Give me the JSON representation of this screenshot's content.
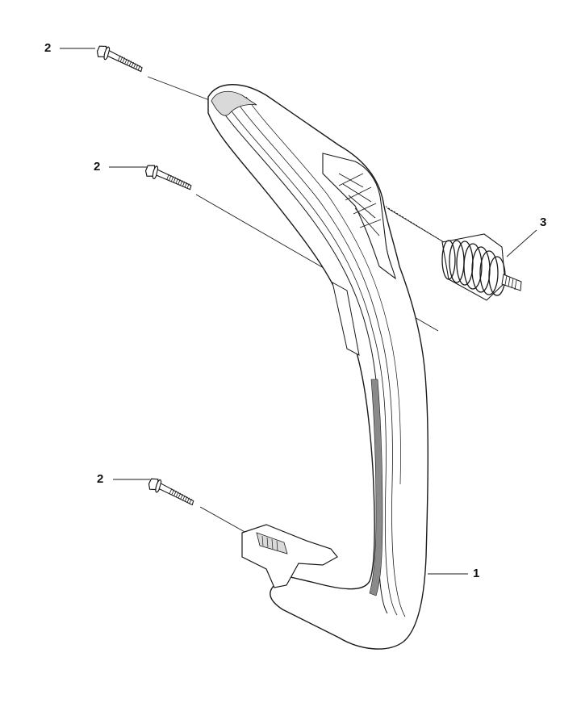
{
  "callouts": {
    "bolt_top": "2",
    "bolt_mid": "2",
    "bolt_low": "2",
    "spring": "3",
    "handle": "1"
  },
  "colors": {
    "line": "#1a1a1a",
    "fill": "#ffffff",
    "shade": "#d9d9d9",
    "dark": "#8a8a8a"
  }
}
